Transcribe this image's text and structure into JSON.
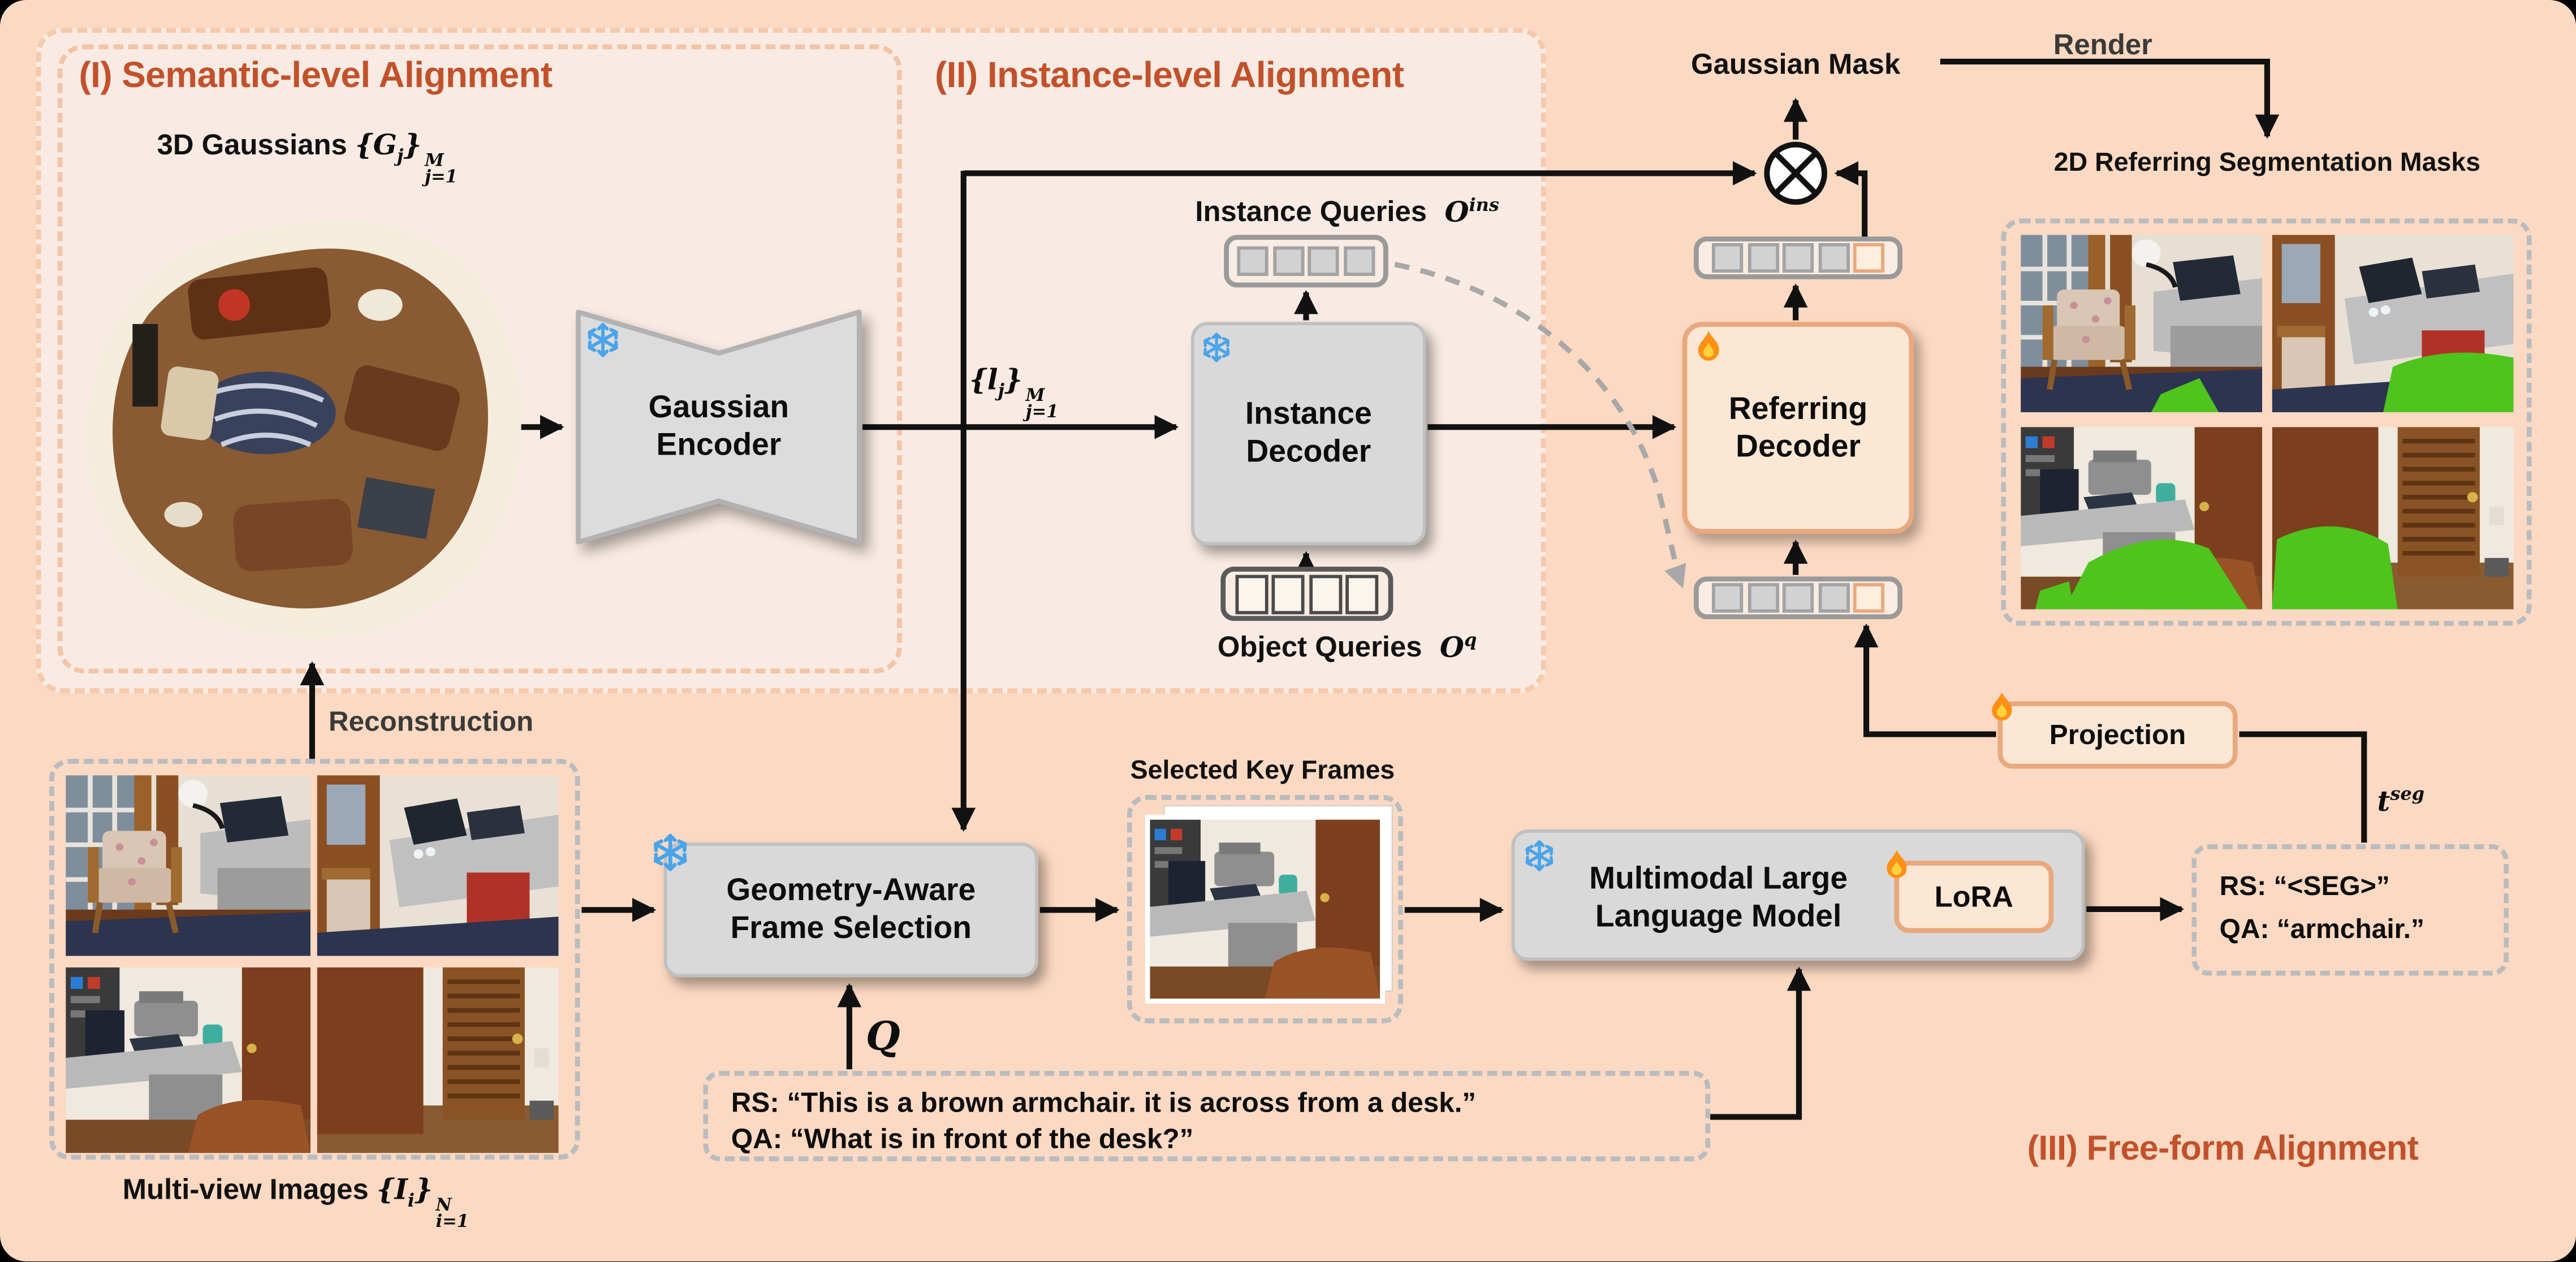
{
  "figure": {
    "panel1_title": "(I) Semantic-level Alignment",
    "panel2_title": "(II) Instance-level Alignment",
    "panel3_title": "(III) Free-form Alignment",
    "accent_color": "#c2512b",
    "background_color": "#fcd9c2",
    "panel_fill": "#f9ebe3",
    "mask_green": "#4ec41c",
    "frozen_icon_color": "#49a4e9",
    "trainable_icon_color": "#ff9015"
  },
  "semantic": {
    "gaussians_label": "3D Gaussians",
    "gaussians_formula": {
      "body": "{G",
      "sub": "j",
      "close": "}",
      "sup": "M",
      "under": "j=1"
    },
    "encoder": [
      "Gaussian",
      "Encoder"
    ],
    "reconstruction_label": "Reconstruction",
    "multiview_label": "Multi-view Images",
    "multiview_formula": {
      "body": "{I",
      "sub": "i",
      "close": "}",
      "sup": "N",
      "under": "i=1"
    }
  },
  "instance": {
    "features_formula": {
      "body": "{l",
      "sub": "j",
      "close": "}",
      "sup": "M",
      "under": "j=1"
    },
    "decoder": [
      "Instance",
      "Decoder"
    ],
    "instance_queries_label": "Instance Queries",
    "instance_queries_symbol": {
      "base": "O",
      "sup": "ins"
    },
    "object_queries_label": "Object Queries",
    "object_queries_symbol": {
      "base": "O",
      "sup": "q"
    }
  },
  "referring": {
    "decoder": [
      "Referring",
      "Decoder"
    ],
    "gaussian_mask_label": "Gaussian Mask",
    "render_label": "Render",
    "masks_title": "2D Referring Segmentation Masks"
  },
  "freeform": {
    "geometry": [
      "Geometry-Aware",
      "Frame Selection"
    ],
    "query_symbol": "Q",
    "selected_frames_label": "Selected Key Frames",
    "mllm": [
      "Multimodal Large",
      "Language Model"
    ],
    "lora_label": "LoRA",
    "projection_label": "Projection",
    "tseg_symbol": {
      "base": "t",
      "sup": "seg"
    },
    "query_rs": "RS: “This is a brown armchair. it is across from a desk.”",
    "query_qa": "QA: “What is in front of the desk?”",
    "result_rs": "RS: “<SEG>”",
    "result_qa": "QA: “armchair.”"
  }
}
